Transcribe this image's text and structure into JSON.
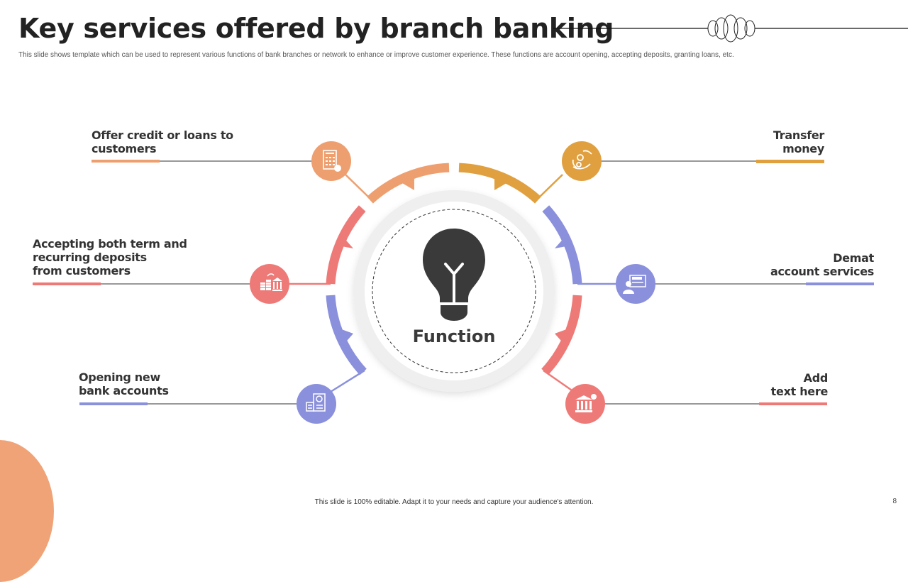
{
  "header": {
    "title": "Key services offered by branch banking",
    "subtitle": "This slide shows template which can be used to represent various functions of bank branches or network to enhance or improve customer experience. These functions are account opening, accepting deposits, granting loans, etc."
  },
  "center": {
    "label": "Function",
    "icon": "lightbulb-icon"
  },
  "colors": {
    "orange": "#EE9F6F",
    "gold": "#E0A040",
    "coral": "#EE7A78",
    "periwinkle": "#8A90DC",
    "dark": "#3A3A3A",
    "ring": "#EFEFEF"
  },
  "services": [
    {
      "id": "credit-loans",
      "line1": "Offer credit or loans to",
      "line2": "customers",
      "line3": "",
      "color": "#EE9F6F",
      "icon": "loan-document-icon"
    },
    {
      "id": "deposits",
      "line1": "Accepting both term and",
      "line2": "recurring deposits",
      "line3": "from customers",
      "color": "#EE7A78",
      "icon": "coins-to-bank-icon"
    },
    {
      "id": "new-accounts",
      "line1": "Opening new",
      "line2": "bank accounts",
      "line3": "",
      "color": "#8A90DC",
      "icon": "account-forms-icon"
    },
    {
      "id": "transfer-money",
      "line1": "Transfer",
      "line2": "money",
      "line3": "",
      "color": "#E0A040",
      "icon": "money-transfer-hand-icon"
    },
    {
      "id": "demat",
      "line1": "Demat",
      "line2": "account services",
      "line3": "",
      "color": "#8A90DC",
      "icon": "demo-presentation-icon"
    },
    {
      "id": "add-text",
      "line1": "Add",
      "line2": "text here",
      "line3": "",
      "color": "#EE7A78",
      "icon": "bank-location-icon"
    }
  ],
  "footer": {
    "note": "This slide is 100% editable. Adapt it to your needs and capture your audience's attention.",
    "page_number": "8"
  }
}
